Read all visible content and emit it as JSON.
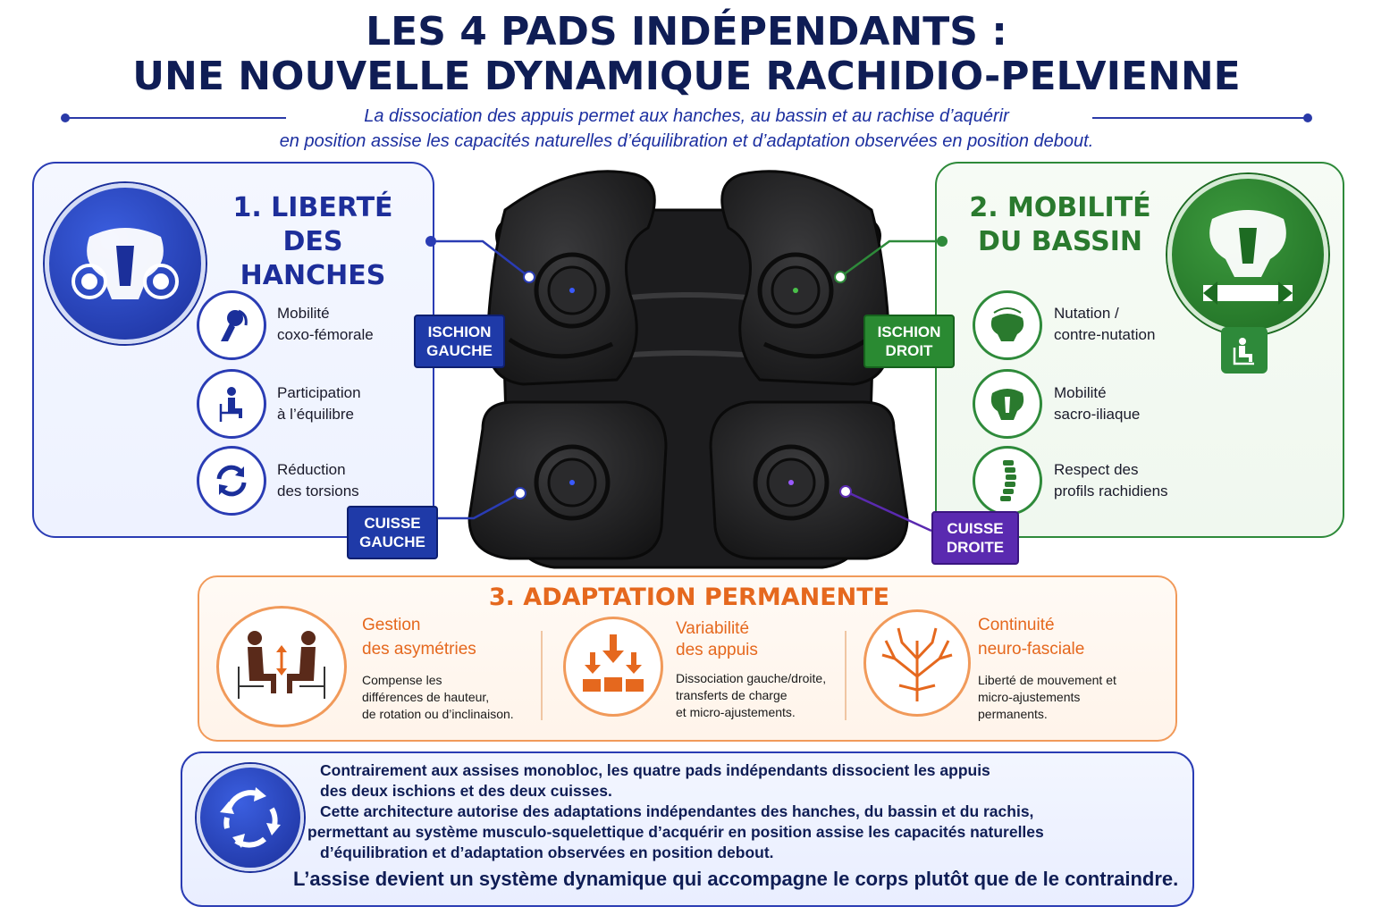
{
  "header": {
    "title_line1": "LES 4 PADS INDÉPENDANTS :",
    "title_line2": "UNE NOUVELLE DYNAMIQUE RACHIDIO-PELVIENNE",
    "subtitle_line1": "La dissociation des appuis permet aux hanches, au bassin et au rachise d’aquérir",
    "subtitle_line2": "en position assise les capacités naturelles d’équilibration et d’adaptation observées en position debout."
  },
  "left_panel": {
    "title_line1": "1. LIBERTÉ",
    "title_line2": "DES HANCHES",
    "items": [
      {
        "line1": "Mobilité",
        "line2": "coxo-fémorale",
        "icon": "hip-joint-icon"
      },
      {
        "line1": "Participation",
        "line2": "à l’équilibre",
        "icon": "seated-person-icon"
      },
      {
        "line1": "Réduction",
        "line2": "des torsions",
        "icon": "rotation-arrows-icon"
      }
    ]
  },
  "right_panel": {
    "title_line1": "2. MOBILITÉ",
    "title_line2": "DU BASSIN",
    "items": [
      {
        "line1": "Nutation /",
        "line2": "contre-nutation",
        "icon": "pelvis-nutation-icon"
      },
      {
        "line1": "Mobilité",
        "line2": "sacro-iliaque",
        "icon": "pelvis-icon"
      },
      {
        "line1": "Respect des",
        "line2": "profils rachidiens",
        "icon": "spine-icon"
      }
    ]
  },
  "tags": {
    "ischion_gauche": [
      "ISCHION",
      "GAUCHE"
    ],
    "ischion_droit": [
      "ISCHION",
      "DROIT"
    ],
    "cuisse_gauche": [
      "CUISSE",
      "GAUCHE"
    ],
    "cuisse_droite": [
      "CUISSE",
      "DROITE"
    ]
  },
  "adaptation": {
    "title": "3. ADAPTATION PERMANENTE",
    "columns": [
      {
        "h1": "Gestion",
        "h2": "des asymétries",
        "d": [
          "Compense les",
          "différences de hauteur,",
          "de rotation ou d’inclinaison."
        ],
        "icon": "asymmetry-icon"
      },
      {
        "h1": "Variabilité",
        "h2": "des appuis",
        "d": [
          "Dissociation gauche/droite,",
          "transferts de charge",
          "et micro-ajustements."
        ],
        "icon": "load-transfer-icon"
      },
      {
        "h1": "Continuité",
        "h2": "neuro-fasciale",
        "d": [
          "Liberté de mouvement et",
          "micro-ajustements",
          "permanents."
        ],
        "icon": "nerve-tree-icon"
      }
    ]
  },
  "bottom": {
    "lines": [
      "Contrairement aux assises monobloc, les quatre pads indépendants dissocient les appuis",
      "des deux ischions et des deux cuisses.",
      "Cette architecture autorise des adaptations indépendantes des hanches, du bassin et du rachis,",
      "permettant au système musculo-squelettique d’acquérir en position assise les capacités naturelles",
      "d’équilibration et d’adaptation observées en position debout."
    ],
    "final": "L’assise devient un système dynamique qui accompagne le corps plutôt que de le contraindre.",
    "icon": "cycle-arrows-icon"
  },
  "colors": {
    "blue": "#1d2e9a",
    "green": "#2a7a2e",
    "orange": "#e5681e",
    "purple": "#5a2ab0",
    "navy": "#0f1d55"
  }
}
